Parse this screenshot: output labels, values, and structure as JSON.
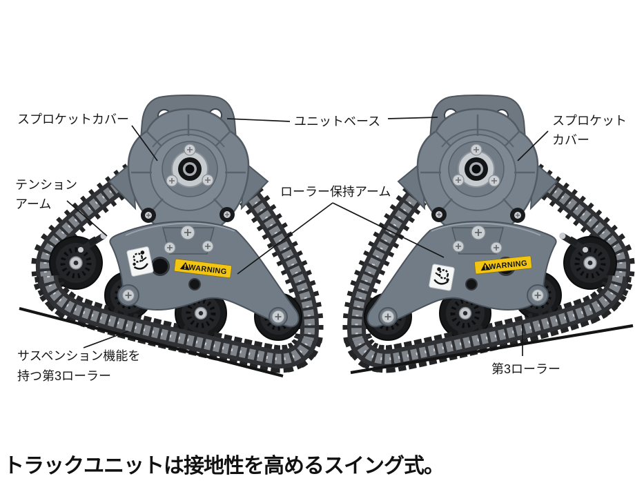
{
  "figure": {
    "caption": "トラックユニットは接地性を高めるスイング式。",
    "warning": {
      "text": "WARNING"
    },
    "labels": {
      "sprocket_cover_left": [
        "スプロケットカバー"
      ],
      "unit_base": [
        "ユニットベース"
      ],
      "sprocket_cover_right": [
        "スプロケット",
        "カバー"
      ],
      "tension_arm": [
        "テンション",
        "アーム"
      ],
      "roller_holding_arm": [
        "ローラー保持アーム"
      ],
      "suspension_third_roller": [
        "サスペンション機能を",
        "持つ第3ローラー"
      ],
      "third_roller": [
        "第3ローラー"
      ]
    },
    "colors": {
      "background": "#ffffff",
      "plastic_gray": "#76808b",
      "plastic_shadow": "#4d555e",
      "track_dark": "#292a2d",
      "track_link": "#80858b",
      "warning_yellow": "#f3c513",
      "label_text": "#161616"
    }
  }
}
